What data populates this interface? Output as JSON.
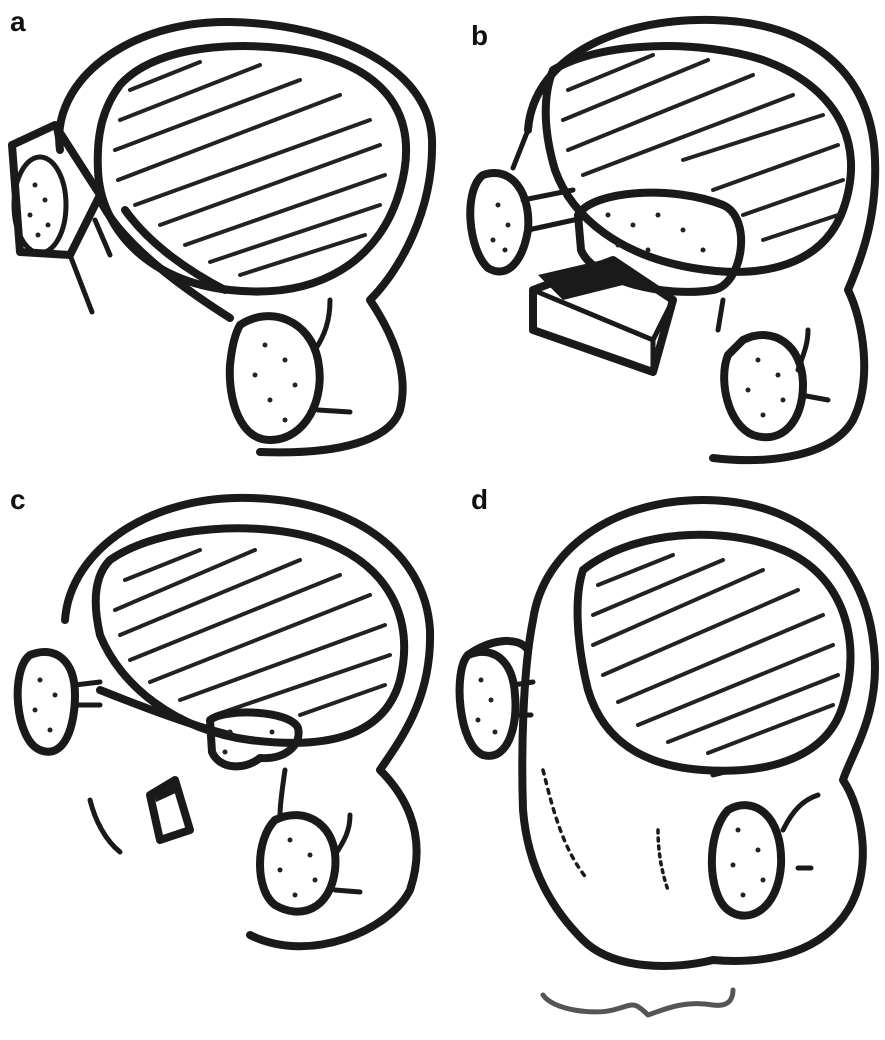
{
  "panels": [
    {
      "id": "a",
      "label": "a"
    },
    {
      "id": "b",
      "label": "b"
    },
    {
      "id": "c",
      "label": "c"
    },
    {
      "id": "d",
      "label": "d"
    }
  ]
}
